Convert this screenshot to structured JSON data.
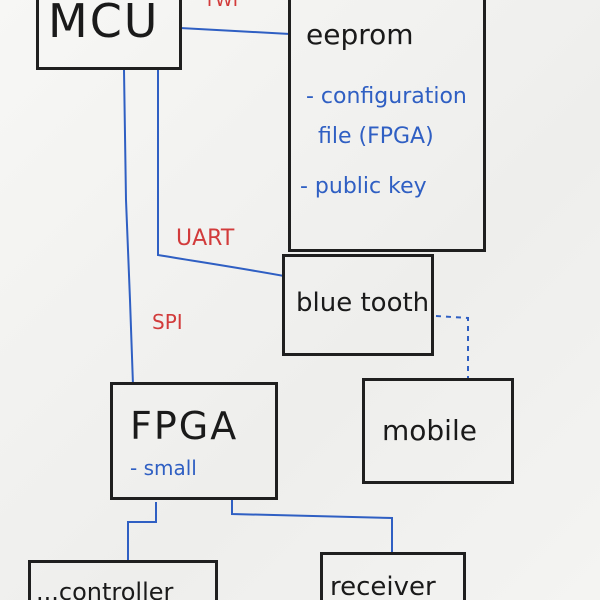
{
  "nodes": {
    "mcu": {
      "label": "MCU"
    },
    "eeprom": {
      "label": "eeprom",
      "notes": [
        "- configuration",
        "file (FPGA)",
        "- public key"
      ]
    },
    "bluetooth": {
      "label": "blue tooth"
    },
    "fpga": {
      "label": "FPGA",
      "note": "- small"
    },
    "mobile": {
      "label": "mobile"
    },
    "controller": {
      "label": "...controller"
    },
    "receiver": {
      "label": "receiver"
    }
  },
  "connections": {
    "twi": "TWI",
    "uart": "UART",
    "spi": "SPI"
  },
  "colors": {
    "ink_black": "#1f1f1f",
    "ink_blue": "#2f5fc3",
    "ink_red": "#d23b3b",
    "board": "#f2f2f0"
  }
}
